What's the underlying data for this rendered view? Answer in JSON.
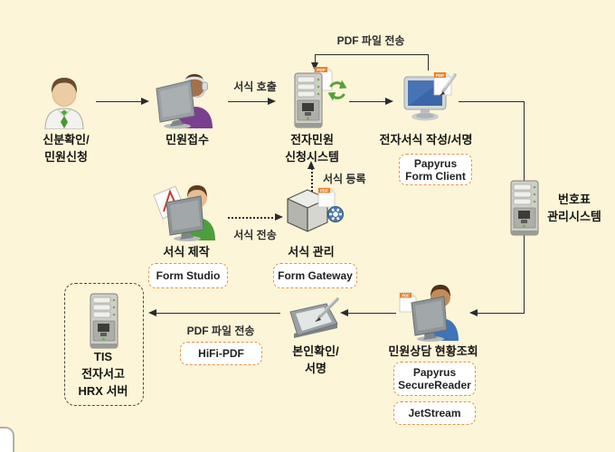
{
  "page": {
    "background_color": "#FDF5D8",
    "accent_orange": "#E8923F",
    "arrow_color": "#2B2B2B"
  },
  "icons": {
    "pdf_badge": "PDF"
  },
  "nodes": {
    "citizen": {
      "line1": "신분확인/",
      "line2": "민원신청"
    },
    "reception": {
      "label": "민원접수"
    },
    "emins": {
      "line1": "전자민원",
      "line2": "신청시스템"
    },
    "eform": {
      "label": "전자서식 작성/서명",
      "product_line1": "Papyrus",
      "product_line2": "Form Client"
    },
    "ticket": {
      "line1": "번호표",
      "line2": "관리시스템"
    },
    "form_design": {
      "label": "서식 제작",
      "product": "Form Studio"
    },
    "form_manage": {
      "label": "서식 관리",
      "product": "Form Gateway"
    },
    "tis": {
      "line1": "TIS",
      "line2": "전자서고",
      "line3": "HRX 서버"
    },
    "identity": {
      "line1": "본인확인/",
      "line2": "서명",
      "product": "HiFi-PDF"
    },
    "consult": {
      "label": "민원상담 현황조회",
      "product1_line1": "Papyrus",
      "product1_line2": "SecureReader",
      "product2": "JetStream"
    }
  },
  "edges": {
    "form_call": "서식 호출",
    "pdf_transfer_top": "PDF 파일 전송",
    "form_register": "서식 등록",
    "form_send": "서식 전송",
    "pdf_transfer_bottom": "PDF 파일 전송"
  }
}
